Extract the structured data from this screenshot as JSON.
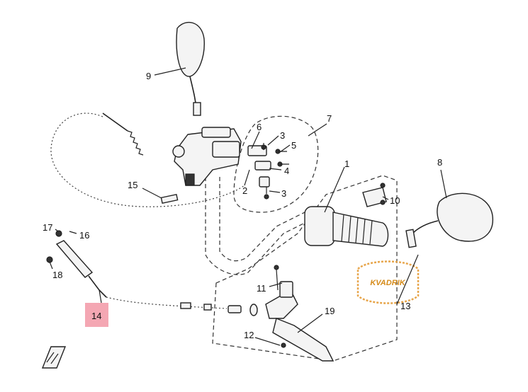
{
  "callouts": [
    "1",
    "2",
    "3",
    "3",
    "4",
    "5",
    "6",
    "7",
    "8",
    "9",
    "10",
    "11",
    "12",
    "13",
    "14",
    "15",
    "16",
    "17",
    "18",
    "19"
  ],
  "highlight": {
    "label": "14",
    "color": "#f4a7b3"
  },
  "watermark": {
    "text": "KVADRIK",
    "color": "#e7a54a"
  },
  "colors": {
    "line": "#222222",
    "background": "#ffffff"
  }
}
